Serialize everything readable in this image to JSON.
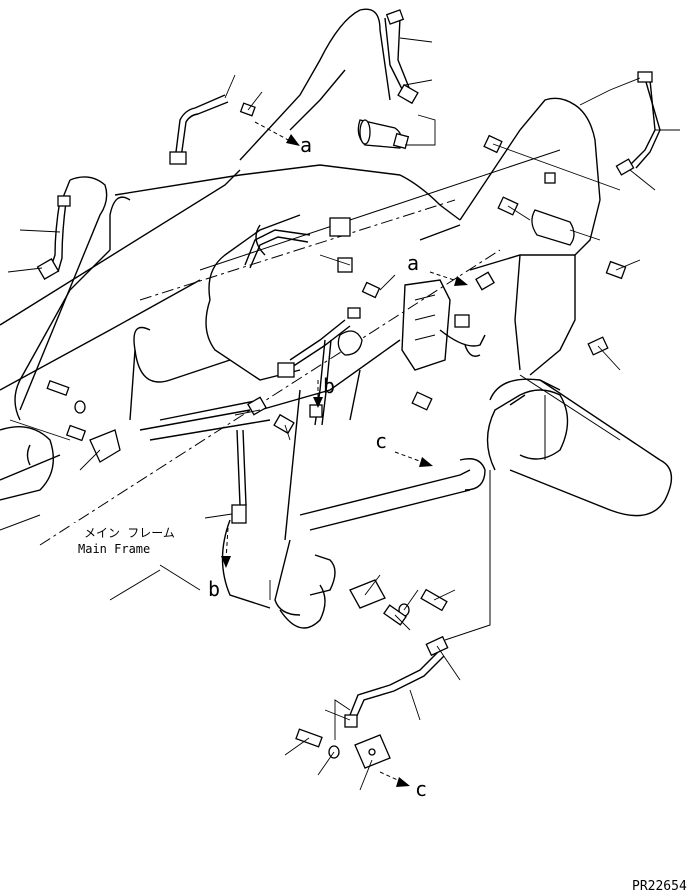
{
  "labels": {
    "frame_jp": "メイン フレーム",
    "frame_en": "Main Frame",
    "ref_a_top": "a",
    "ref_a_mid": "a",
    "ref_b_mid": "b",
    "ref_b_low": "b",
    "ref_c_mid": "c",
    "ref_c_low": "c",
    "drawing_no": "PR22654"
  }
}
